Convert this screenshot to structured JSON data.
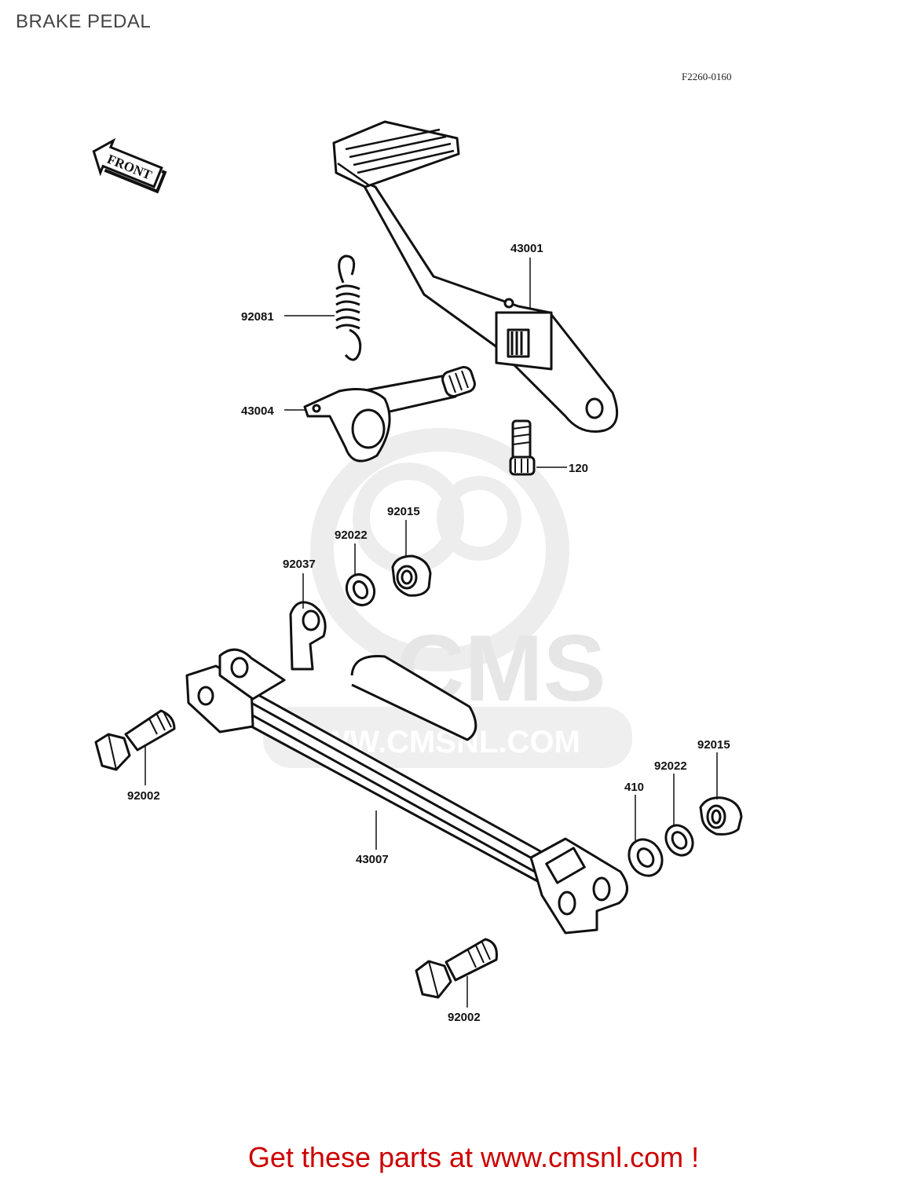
{
  "page": {
    "title": "BRAKE PEDAL",
    "figure_code": "F2260-0160"
  },
  "front_marker": {
    "label": "FRONT",
    "icon": "front-arrow-icon"
  },
  "watermark": {
    "brand": "CMS",
    "url": "WWW.CMSNL.COM"
  },
  "parts": [
    {
      "id": "43001",
      "name": "brake pedal"
    },
    {
      "id": "92081",
      "name": "spring"
    },
    {
      "id": "43004",
      "name": "pedal shaft"
    },
    {
      "id": "120",
      "name": "bolt"
    },
    {
      "id": "92015",
      "name": "nut"
    },
    {
      "id": "92022",
      "name": "washer"
    },
    {
      "id": "92037",
      "name": "clamp"
    },
    {
      "id": "92002",
      "name": "bolt"
    },
    {
      "id": "43007",
      "name": "rod"
    },
    {
      "id": "410",
      "name": "washer"
    },
    {
      "id": "92022",
      "name": "washer"
    },
    {
      "id": "92015",
      "name": "nut"
    },
    {
      "id": "92002",
      "name": "bolt"
    }
  ],
  "footer": {
    "cta": "Get these parts at www.cmsnl.com !"
  },
  "colors": {
    "line": "#111111",
    "watermark": "#e9e9e9",
    "cta": "#cc0000",
    "title": "#444444"
  }
}
